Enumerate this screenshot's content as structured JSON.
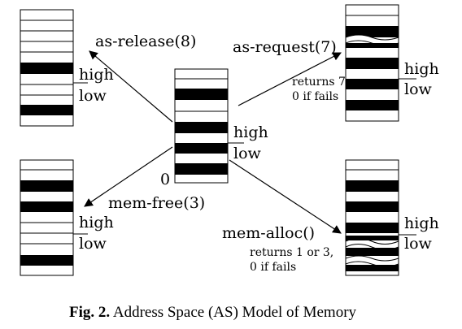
{
  "labels": {
    "high": "high",
    "low": "low",
    "zero": "0"
  },
  "arrows": {
    "release": "as-release(8)",
    "request": "as-request(7)",
    "request_returns_1": "returns 7,",
    "request_returns_2": "0 if fails",
    "free": "mem-free(3)",
    "alloc": "mem-alloc()",
    "alloc_returns_1": "returns 1 or 3,",
    "alloc_returns_2": "0 if fails"
  },
  "caption": {
    "prefix": "Fig. 2.",
    "text": " Address Space (AS) Model of Memory"
  }
}
